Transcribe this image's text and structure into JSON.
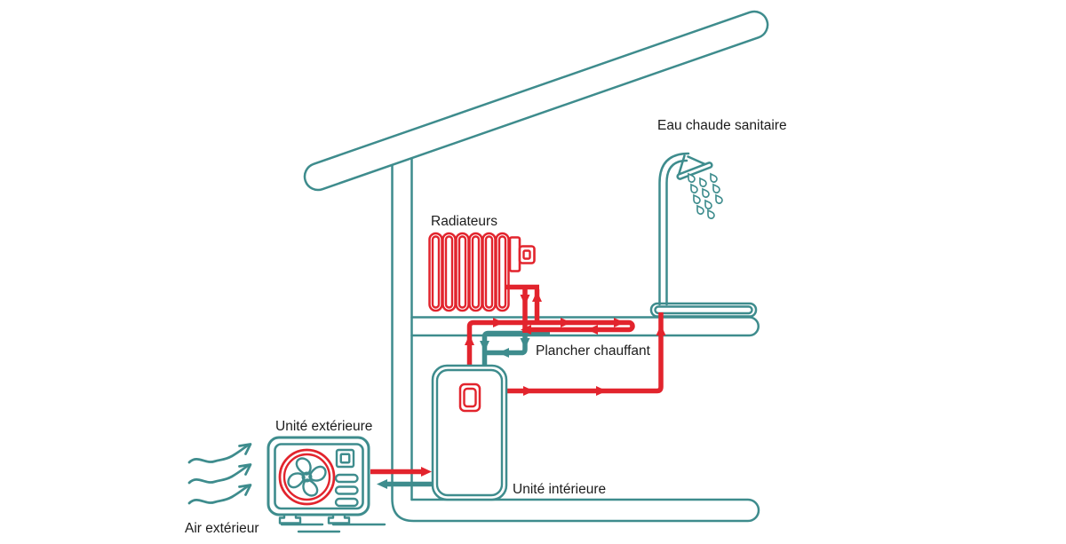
{
  "diagram": {
    "background": "#ffffff",
    "colors": {
      "outline_teal": "#3E8C8D",
      "pipe_red": "#E2242D",
      "label_text": "#1C1C1C"
    },
    "labels": {
      "hot_water": "Eau chaude sanitaire",
      "radiators": "Radiateurs",
      "floor_heating": "Plancher chauffant",
      "outdoor_unit": "Unité extérieure",
      "indoor_unit": "Unité intérieure",
      "outside_air": "Air extérieur"
    }
  }
}
